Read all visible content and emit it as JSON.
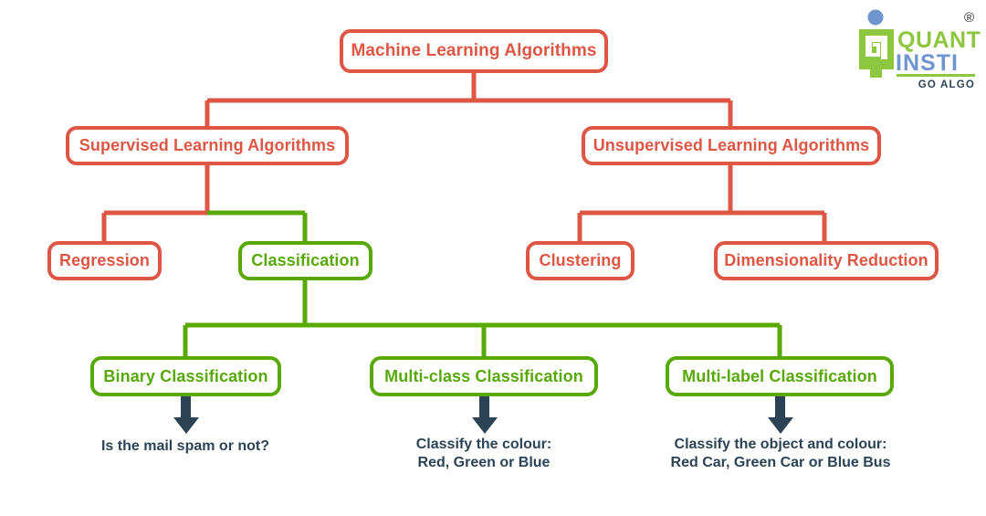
{
  "diagram": {
    "title": "Machine Learning Algorithms",
    "colors": {
      "red": "#DE5644",
      "green": "#58A806",
      "dark": "#2C4356",
      "logo_green": "#8DC63F",
      "logo_blue": "#6E95CD",
      "background": "#FFFFFF"
    },
    "nodes": {
      "root": "Machine Learning Algorithms",
      "supervised": "Supervised Learning Algorithms",
      "unsupervised": "Unsupervised Learning Algorithms",
      "regression": "Regression",
      "classification": "Classification",
      "clustering": "Clustering",
      "dimensionality_reduction": "Dimensionality Reduction",
      "binary": "Binary Classification",
      "multiclass": "Multi-class Classification",
      "multilabel": "Multi-label Classification"
    },
    "captions": {
      "binary": "Is the mail spam or not?",
      "multiclass_line1": "Classify the colour:",
      "multiclass_line2": "Red, Green or Blue",
      "multilabel_line1": "Classify the object and colour:",
      "multilabel_line2": "Red Car, Green Car or Blue Bus"
    }
  },
  "logo": {
    "word1": "QUANT",
    "word2": "INSTI",
    "tagline": "GO ALGO",
    "registered": "®"
  }
}
